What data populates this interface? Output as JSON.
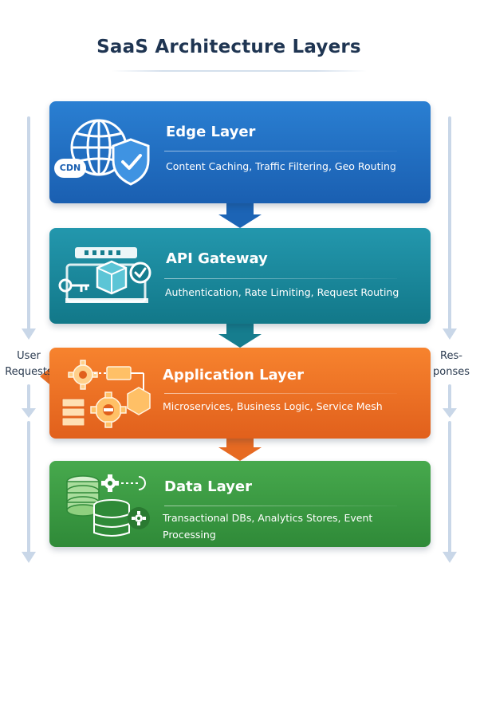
{
  "title": "SaaS Architecture Layers",
  "left_flow_label": "User\nRequests",
  "right_flow_label": "Res-\nponses",
  "layers": [
    {
      "title": "Edge Layer",
      "description": "Content Caching, Traffic Filtering, Geo Routing",
      "icon": "globe-shield-cdn-icon",
      "icon_badge": "CDN",
      "color": "#1f6ec2"
    },
    {
      "title": "API Gateway",
      "description": "Authentication, Rate Limiting, Request Routing",
      "icon": "gateway-key-check-icon",
      "color": "#1a8799"
    },
    {
      "title": "Application Layer",
      "description": "Microservices, Business Logic, Service Mesh",
      "icon": "gears-services-icon",
      "color": "#ec7025"
    },
    {
      "title": "Data Layer",
      "description": "Transactional DBs, Analytics Stores, Event Processing",
      "icon": "database-gear-icon",
      "color": "#3d9a43"
    }
  ],
  "colors": {
    "title_text": "#1f3552",
    "flow_arrow": "#c9d7e8",
    "connector_edge": "#1f6ec2",
    "connector_api": "#1a8799",
    "connector_app": "#ec7025"
  }
}
